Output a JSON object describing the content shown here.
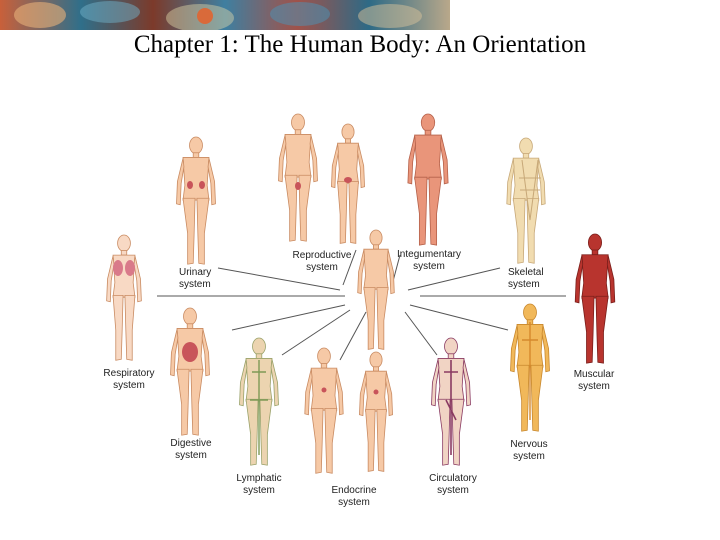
{
  "title": "Chapter 1: The Human Body: An Orientation",
  "systems": [
    {
      "id": "urinary",
      "line1": "Urinary",
      "line2": "system"
    },
    {
      "id": "reproductive",
      "line1": "Reproductive",
      "line2": "system"
    },
    {
      "id": "integumentary",
      "line1": "Integumentary",
      "line2": "system"
    },
    {
      "id": "skeletal",
      "line1": "Skeletal",
      "line2": "system"
    },
    {
      "id": "respiratory",
      "line1": "Respiratory",
      "line2": "system"
    },
    {
      "id": "muscular",
      "line1": "Muscular",
      "line2": "system"
    },
    {
      "id": "digestive",
      "line1": "Digestive",
      "line2": "system"
    },
    {
      "id": "nervous",
      "line1": "Nervous",
      "line2": "system"
    },
    {
      "id": "lymphatic",
      "line1": "Lymphatic",
      "line2": "system"
    },
    {
      "id": "endocrine",
      "line1": "Endocrine",
      "line2": "system"
    },
    {
      "id": "circulatory",
      "line1": "Circulatory",
      "line2": "system"
    }
  ],
  "colors": {
    "skin": "#f6c9a6",
    "skin_outline": "#c98b62",
    "integumentary": "#e9957a",
    "muscular": "#b8342e",
    "skeletal": "#f1dcb0",
    "nervous": "#f1b85a",
    "circulatory": "#8a3b62",
    "organ_red": "#c8545a",
    "lymph": "#7e9a56",
    "line": "#555555"
  }
}
